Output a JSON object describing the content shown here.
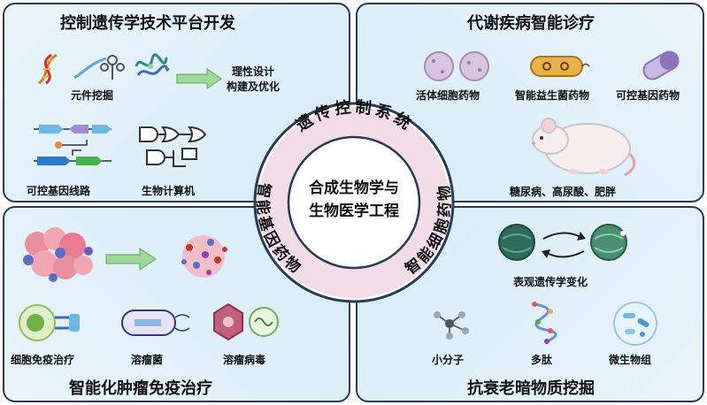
{
  "panels": {
    "top_left": {
      "title": "控制遗传学技术平台开发",
      "labels": {
        "parts_mining": "元件挖掘",
        "rational_design": "理性设计",
        "build_optimize": "构建及优化",
        "gene_circuit": "可控基因线路",
        "bio_computer": "生物计算机"
      }
    },
    "top_right": {
      "title": "代谢疾病智能诊疗",
      "labels": {
        "live_cell_drug": "活体细胞药物",
        "probiotic_drug": "智能益生菌药物",
        "gene_drug": "可控基因药物",
        "diseases": "糖尿病、高尿酸、肥胖"
      }
    },
    "bottom_left": {
      "title": "智能化肿瘤免疫治疗",
      "labels": {
        "cell_immuno": "细胞免疫治疗",
        "oncolytic_bacteria": "溶瘤菌",
        "oncolytic_virus": "溶瘤病毒"
      }
    },
    "bottom_right": {
      "title": "抗衰老暗物质挖掘",
      "labels": {
        "epigenetic": "表观遗传学变化",
        "small_molecule": "小分子",
        "peptide": "多肽",
        "microbiome": "微生物组"
      }
    }
  },
  "hub": {
    "center_line1": "合成生物学与",
    "center_line2": "生物医学工程",
    "ring_top": "遗传控制系统",
    "ring_left": "智能基因药物",
    "ring_right": "智能细胞药物"
  },
  "colors": {
    "panel_border": "#2b3a55",
    "panel_bg": "#dcedf8",
    "ring": "#f2dde6",
    "arrow_green": "#7cc576"
  }
}
